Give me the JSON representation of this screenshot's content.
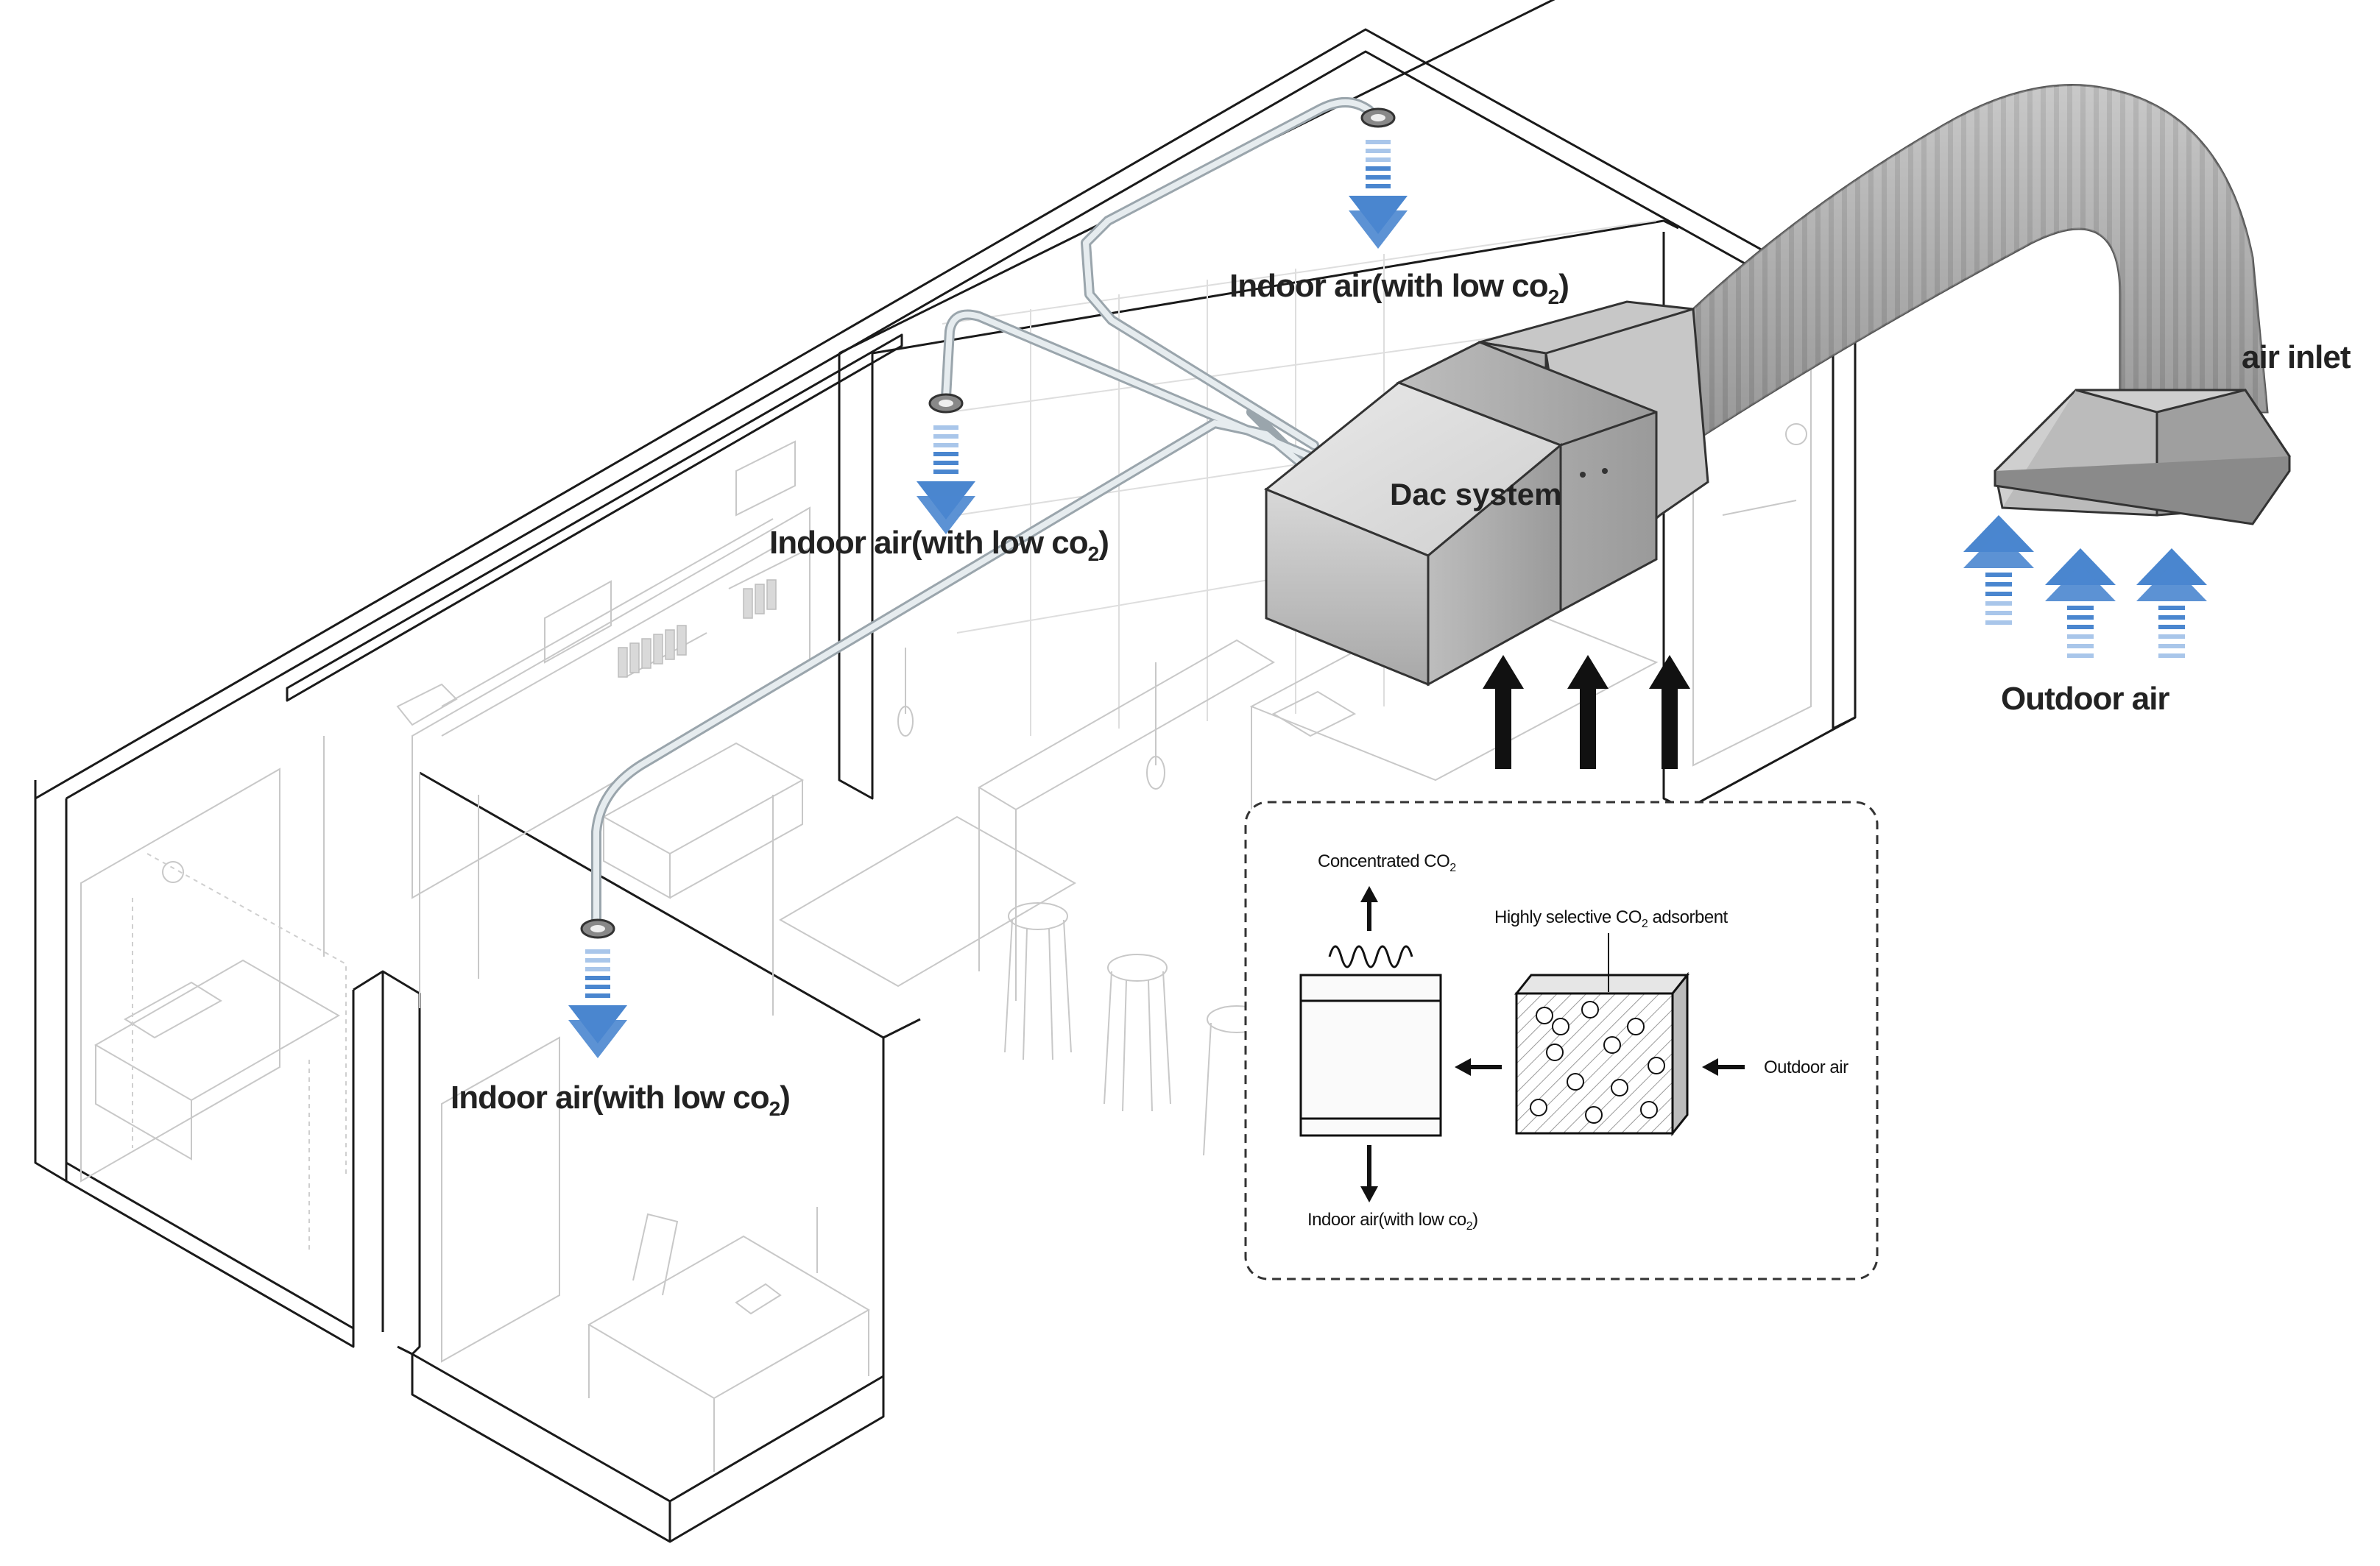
{
  "labels": {
    "air_inlet": "air inlet",
    "outdoor_air": "Outdoor air",
    "dac_system": "Dac system",
    "indoor_air_main": "Indoor air(with low co",
    "indoor_air_sub": "2",
    "indoor_air_close": ")"
  },
  "inset": {
    "concentrated": "Concentrated CO",
    "concentrated_sub": "2",
    "adsorbent_pre": "Highly selective CO",
    "adsorbent_sub": "2",
    "adsorbent_post": " adsorbent",
    "outdoor_air": "Outdoor air",
    "indoor_air_main": "Indoor air(with low co",
    "indoor_air_sub": "2",
    "indoor_air_close": ")"
  },
  "colors": {
    "blue_arrow": "#4a86cf",
    "blue_arrow_light": "#a9c6ea",
    "black_arrow": "#111111",
    "wall_line": "#1a1a1a",
    "duct_gray": "#b9b9b9",
    "pipe_gray": "#9aa5ac"
  },
  "icons": {
    "outlet_arrow": "down-arrow-icon",
    "inlet_arrow": "up-arrow-icon",
    "heat": "heat-wave-icon"
  }
}
